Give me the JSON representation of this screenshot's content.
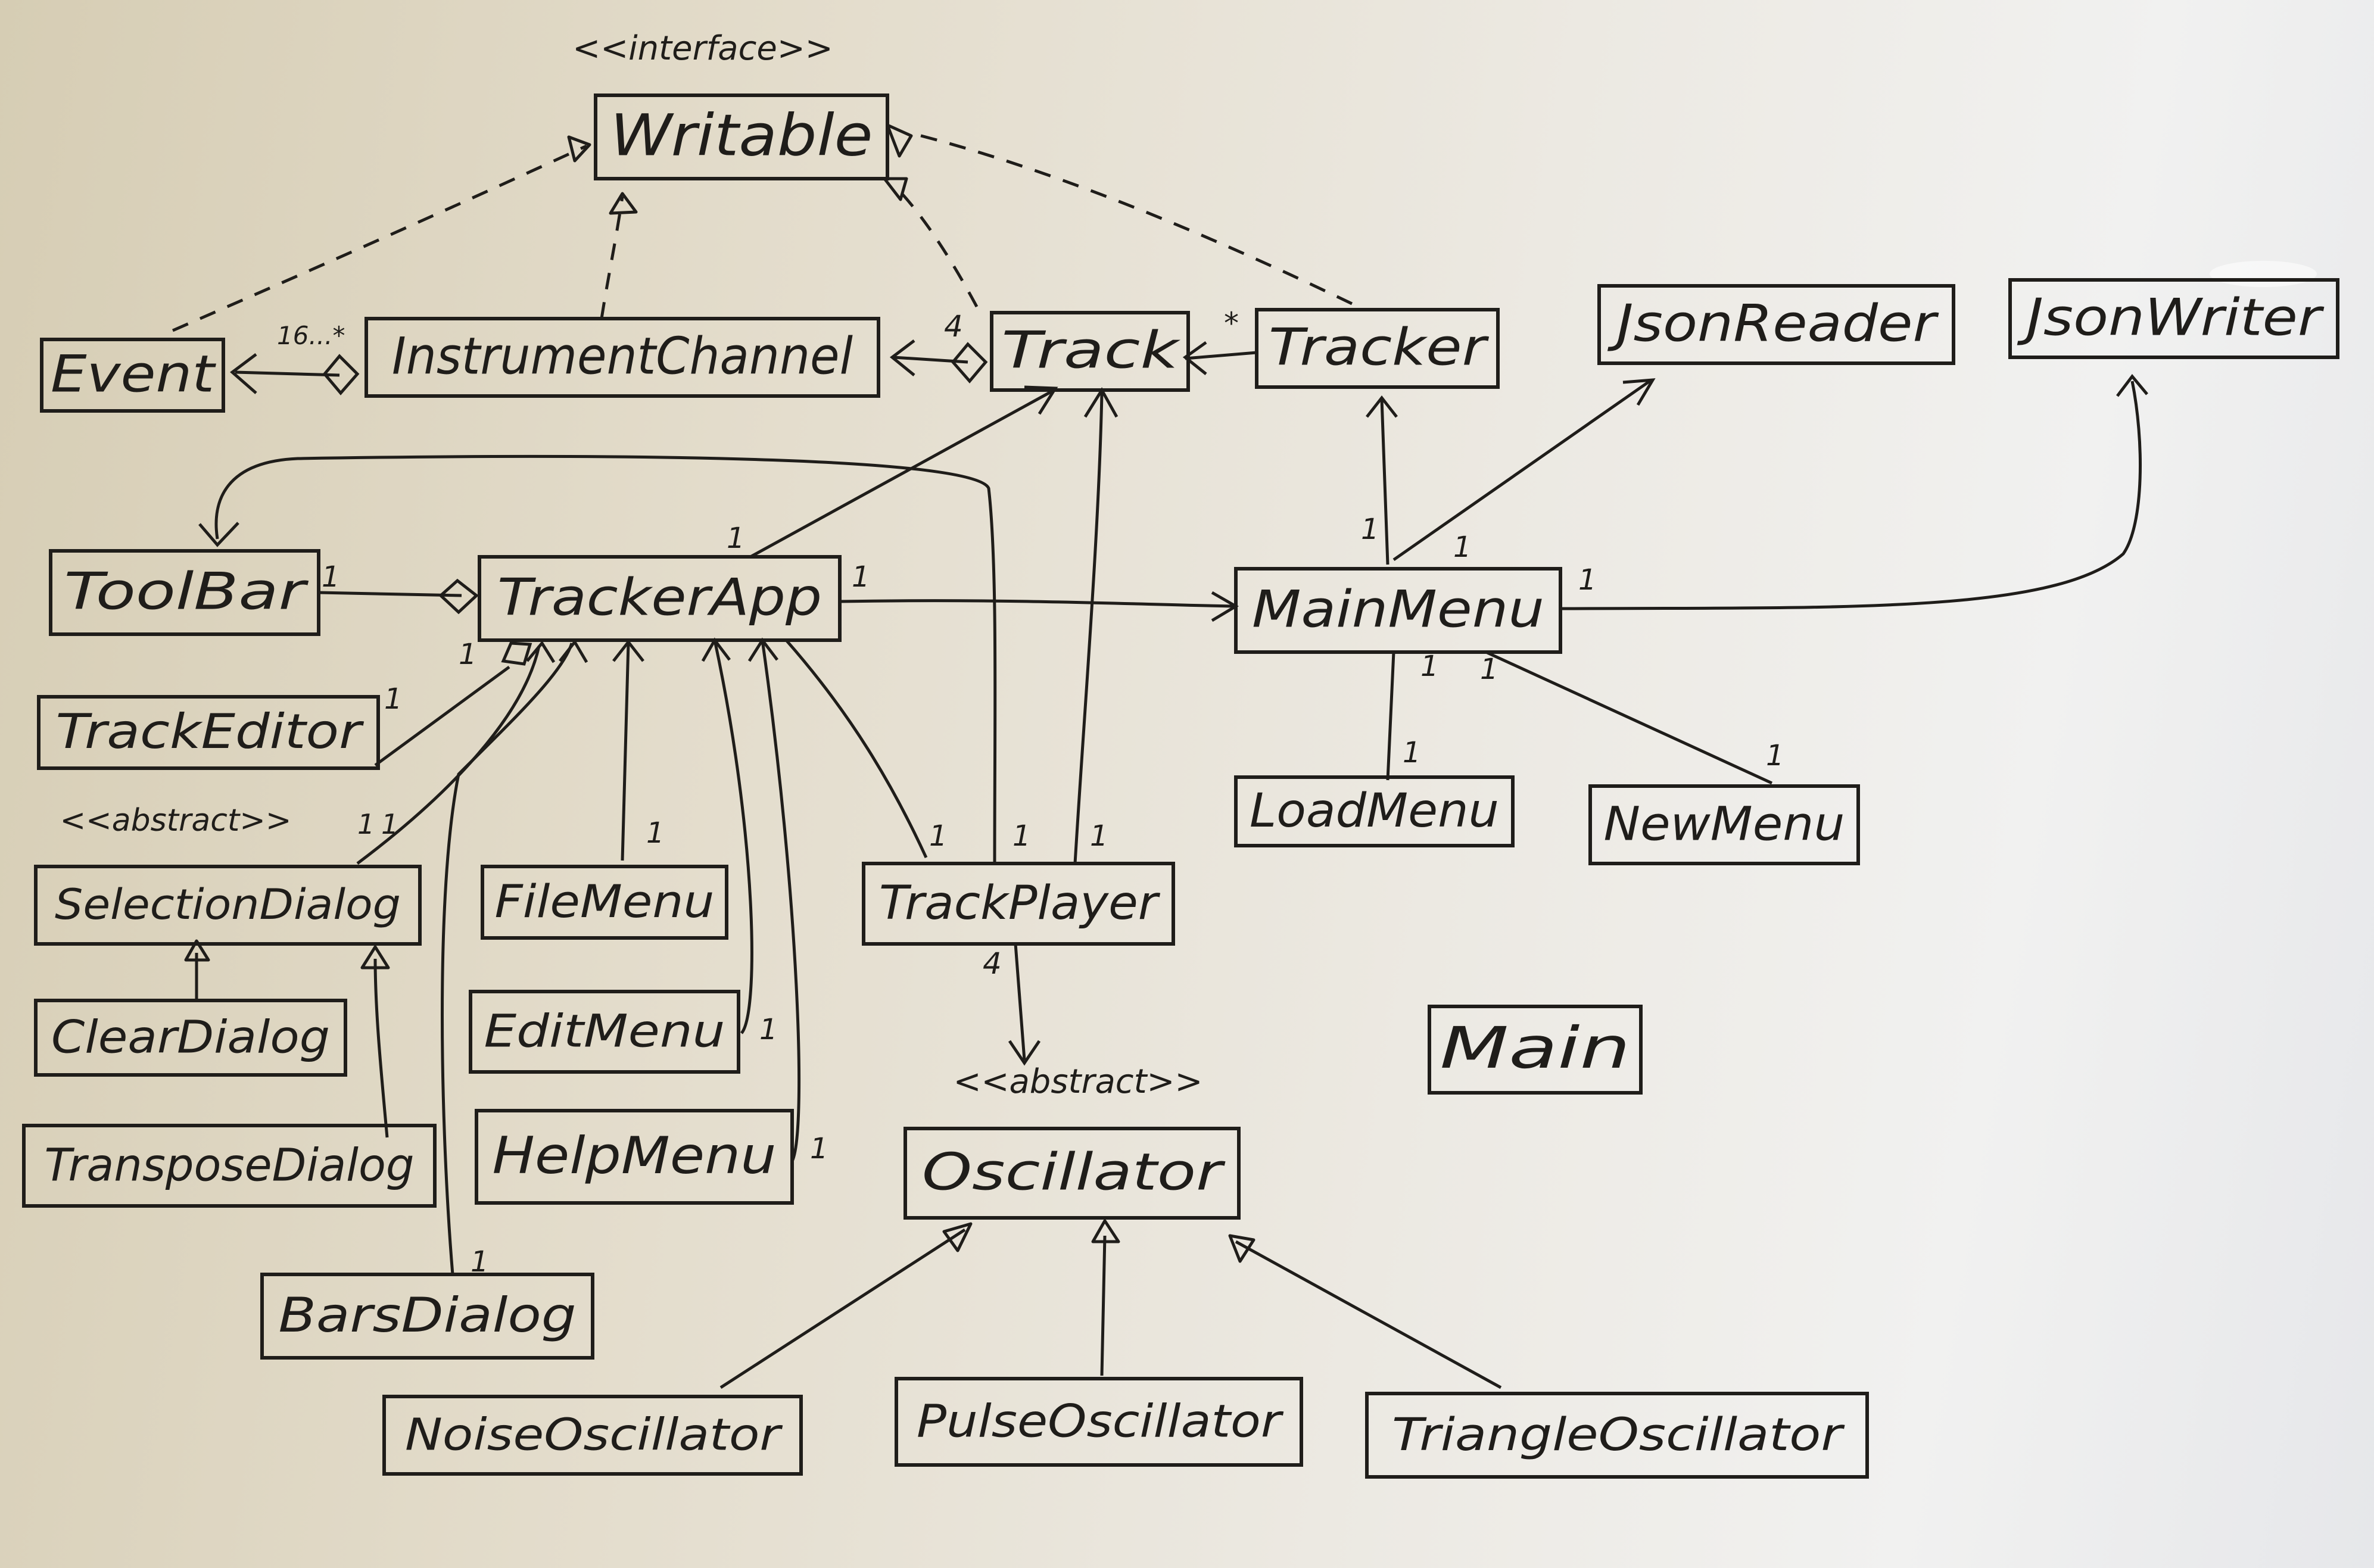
{
  "diagram": {
    "classes": [
      {
        "id": "writable",
        "label": "Writable",
        "stereotype": "<<interface>>"
      },
      {
        "id": "event",
        "label": "Event"
      },
      {
        "id": "instrumentchannel",
        "label": "InstrumentChannel"
      },
      {
        "id": "track",
        "label": "Track"
      },
      {
        "id": "tracker",
        "label": "Tracker"
      },
      {
        "id": "jsonreader",
        "label": "JsonReader"
      },
      {
        "id": "jsonwriter",
        "label": "JsonWriter"
      },
      {
        "id": "toolbar",
        "label": "ToolBar"
      },
      {
        "id": "trackerapp",
        "label": "TrackerApp"
      },
      {
        "id": "mainmenu",
        "label": "MainMenu"
      },
      {
        "id": "trackeditor",
        "label": "TrackEditor"
      },
      {
        "id": "selectiondialog",
        "label": "SelectionDialog",
        "stereotype": "<<abstract>>"
      },
      {
        "id": "filemenu",
        "label": "FileMenu"
      },
      {
        "id": "trackplayer",
        "label": "TrackPlayer"
      },
      {
        "id": "loadmenu",
        "label": "LoadMenu"
      },
      {
        "id": "newmenu",
        "label": "NewMenu"
      },
      {
        "id": "cleardialog",
        "label": "ClearDialog"
      },
      {
        "id": "editmenu",
        "label": "EditMenu"
      },
      {
        "id": "main",
        "label": "Main"
      },
      {
        "id": "transposedialog",
        "label": "TransposeDialog"
      },
      {
        "id": "helpmenu",
        "label": "HelpMenu"
      },
      {
        "id": "oscillator",
        "label": "Oscillator",
        "stereotype": "<<abstract>>"
      },
      {
        "id": "barsdialog",
        "label": "BarsDialog"
      },
      {
        "id": "noiseoscillator",
        "label": "NoiseOscillator"
      },
      {
        "id": "pulseoscillator",
        "label": "PulseOscillator"
      },
      {
        "id": "triangleoscillator",
        "label": "TriangleOscillator"
      }
    ],
    "multiplicities": [
      "16...*",
      "4",
      "*",
      "1",
      "1",
      "1",
      "1",
      "1",
      "1",
      "1",
      "1",
      "1",
      "1",
      "1",
      "1",
      "1",
      "1",
      "1",
      "1",
      "1",
      "1",
      "1",
      "1",
      "1",
      "4"
    ]
  }
}
